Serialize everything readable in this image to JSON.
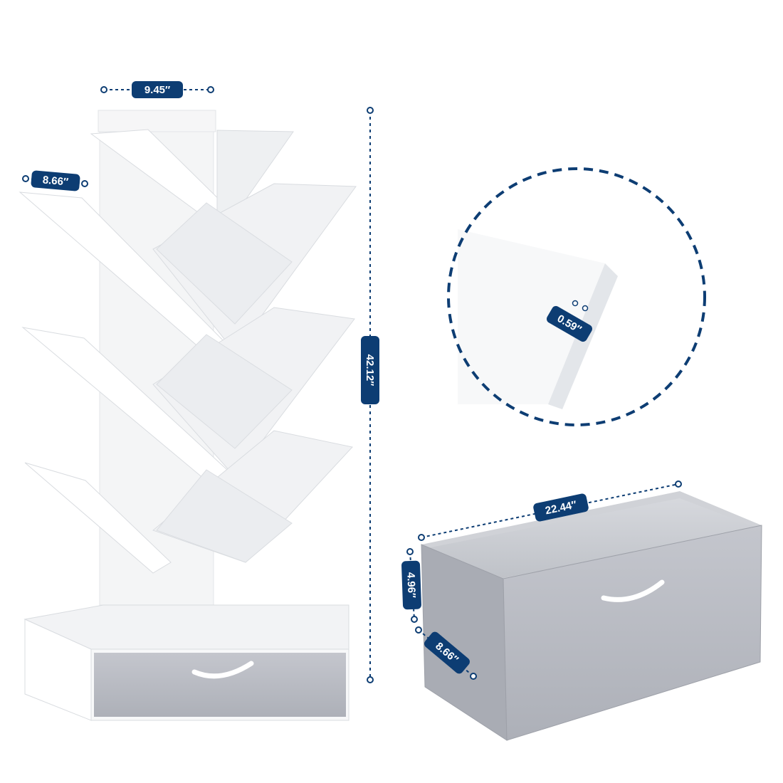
{
  "dimensions": {
    "bookshelf_width": "9.45″",
    "shelf_depth": "8.66″",
    "total_height": "42.12″",
    "board_thickness": "0.59″",
    "drawer_length": "22.44″",
    "drawer_height": "4.96″",
    "drawer_depth": "8.66″"
  },
  "colors": {
    "label_fill": "#0d3d73",
    "shelf_white": "#ffffff",
    "shelf_shade": "#e9ebee",
    "fabric_gray": "#b9bcc4"
  }
}
